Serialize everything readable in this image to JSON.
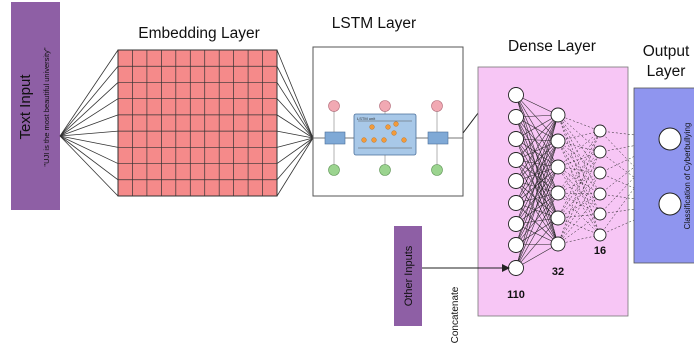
{
  "text_input": {
    "title": "Text Input",
    "example": "\"UJI is the most beautiful university\""
  },
  "embedding": {
    "title": "Embedding Layer"
  },
  "lstm": {
    "title": "LSTM Layer",
    "cell_label": "LSTM unit"
  },
  "dense": {
    "title": "Dense Layer",
    "size_1": "110",
    "size_2": "32",
    "size_3": "16"
  },
  "output": {
    "title_line1": "Output",
    "title_line2": "Layer",
    "caption": "Classification of Cyberbullying"
  },
  "other_inputs": {
    "label": "Other Inputs"
  },
  "concatenate": {
    "label": "Concatenate"
  },
  "colors": {
    "input_box": "#8e5fa5",
    "embedding_fill": "#f58a8a",
    "dense_fill": "#f7c6f5",
    "output_fill": "#8f95ef",
    "lstm_cell": "#a8c8e8",
    "lstm_node_pink": "#f1a9b3",
    "lstm_node_green": "#9bd48f"
  }
}
